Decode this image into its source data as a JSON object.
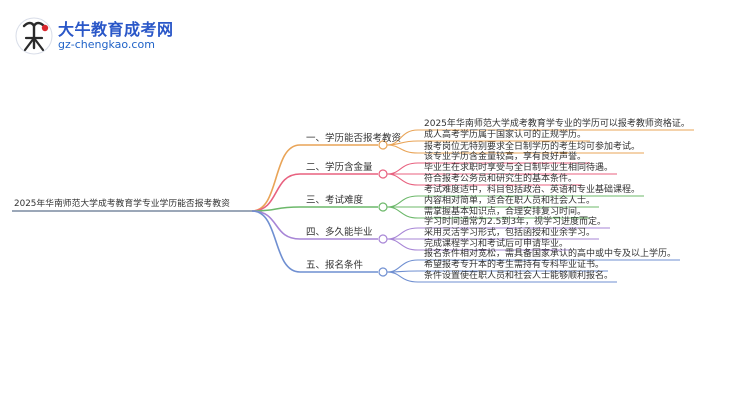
{
  "logo": {
    "title": "大牛教育成考网",
    "url": "gz-chengkao.com"
  },
  "mindmap": {
    "root": "2025年华南师范大学成考教育学专业学历能否报考教资",
    "branches": [
      {
        "label": "一、学历能否报考教资",
        "color": "#e9a457",
        "leaves": [
          "2025年华南师范大学成考教育学专业的学历可以报考教师资格证。",
          "成人高考学历属于国家认可的正规学历。",
          "报考岗位无特别要求全日制学历的考生均可参加考试。"
        ]
      },
      {
        "label": "二、学历含金量",
        "color": "#e8617f",
        "leaves": [
          "该专业学历含金量较高，享有良好声誉。",
          "毕业生在求职时享受与全日制毕业生相同待遇。",
          "符合报考公务员和研究生的基本条件。"
        ]
      },
      {
        "label": "三、考试难度",
        "color": "#6cb86a",
        "leaves": [
          "考试难度适中，科目包括政治、英语和专业基础课程。",
          "内容相对简单，适合在职人员和社会人士。",
          "需掌握基本知识点，合理安排复习时间。"
        ]
      },
      {
        "label": "四、多久能毕业",
        "color": "#a785d6",
        "leaves": [
          "学习时间通常为2.5到3年，视学习进度而定。",
          "采用灵活学习形式，包括函授和业余学习。",
          "完成课程学习和考试后可申请毕业。"
        ]
      },
      {
        "label": "五、报名条件",
        "color": "#6f8fd1",
        "leaves": [
          "报名条件相对宽松，需具备国家承认的高中或中专及以上学历。",
          "希望报考专升本的考生需持有专科毕业证书。",
          "条件设置使在职人员和社会人士能够顺利报名。"
        ]
      }
    ]
  }
}
